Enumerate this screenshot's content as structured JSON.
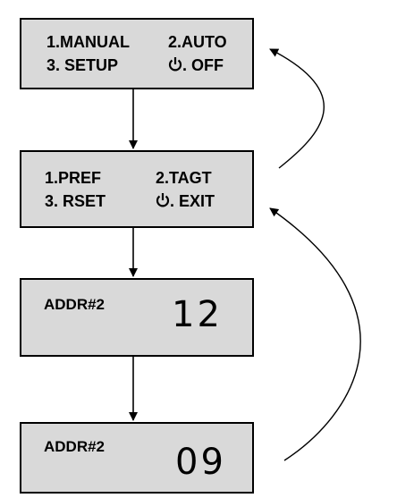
{
  "screens": [
    {
      "items": [
        "1.MANUAL",
        "2.AUTO",
        "3. SETUP",
        ". OFF"
      ],
      "power_icon": "power-icon"
    },
    {
      "items": [
        "1.PREF",
        "2.TAGT",
        "3. RSET",
        ". EXIT"
      ],
      "power_icon": "power-icon"
    },
    {
      "label": "ADDR#2",
      "value": "12"
    },
    {
      "label": "ADDR#2",
      "value": "09"
    }
  ],
  "colors": {
    "box_fill": "#d9d9d9",
    "stroke": "#000000",
    "text": "#000000"
  }
}
